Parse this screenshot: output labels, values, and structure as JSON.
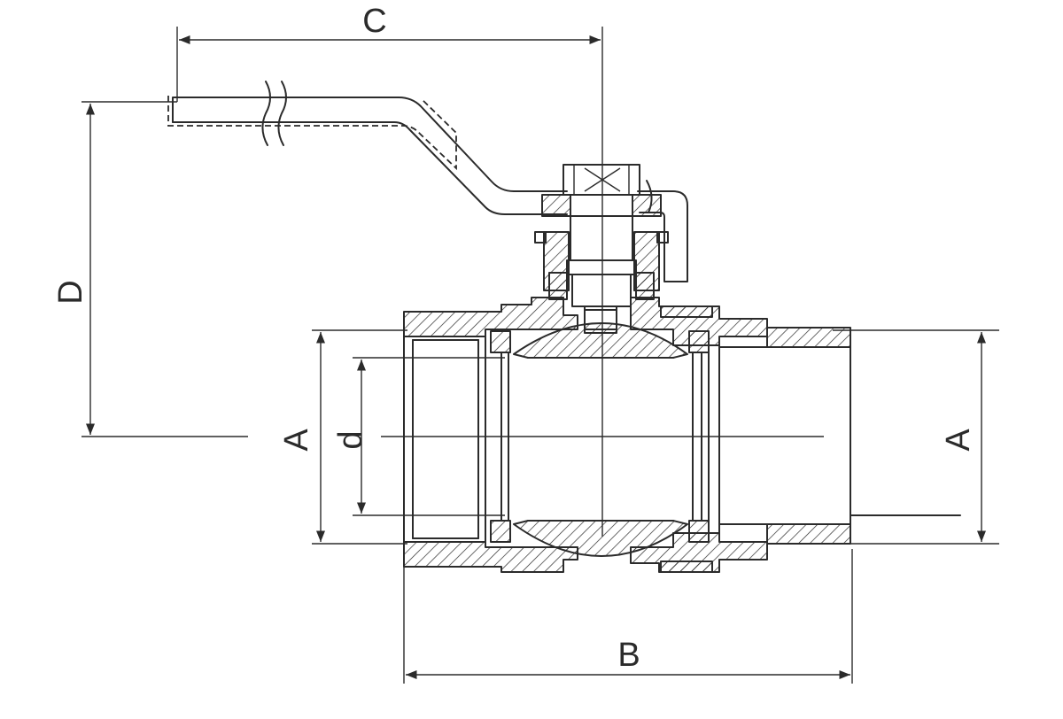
{
  "dimensions": {
    "A_left": "A",
    "d": "d",
    "A_right": "A",
    "B": "B",
    "C": "C",
    "D": "D"
  },
  "colors": {
    "line": "#2b2b2b",
    "background": "#ffffff"
  }
}
